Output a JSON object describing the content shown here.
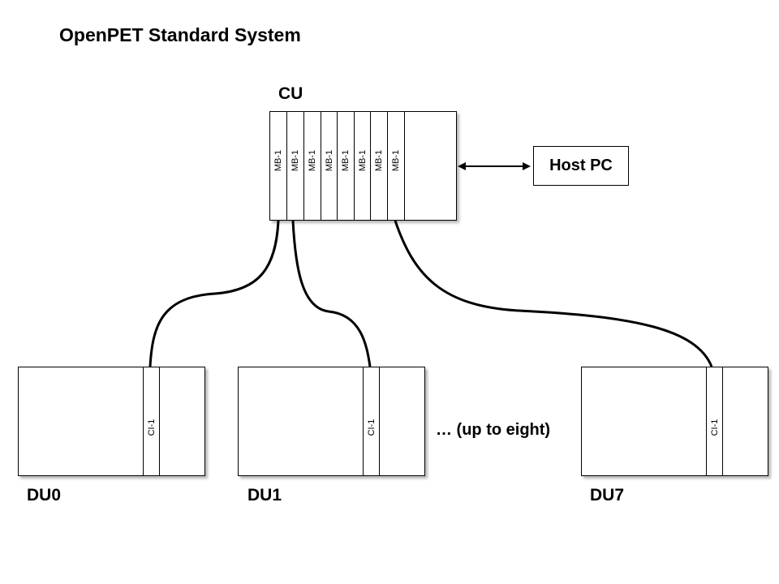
{
  "title": "OpenPET Standard System",
  "cu": {
    "label": "CU",
    "slots": [
      "MB-1",
      "MB-1",
      "MB-1",
      "MB-1",
      "MB-1",
      "MB-1",
      "MB-1",
      "MB-1"
    ]
  },
  "host": {
    "label": "Host PC"
  },
  "dus": [
    {
      "label": "DU0",
      "slot": "CI-1"
    },
    {
      "label": "DU1",
      "slot": "CI-1"
    },
    {
      "label": "DU7",
      "slot": "CI-1"
    }
  ],
  "ellipsis_note": "… (up to eight)"
}
